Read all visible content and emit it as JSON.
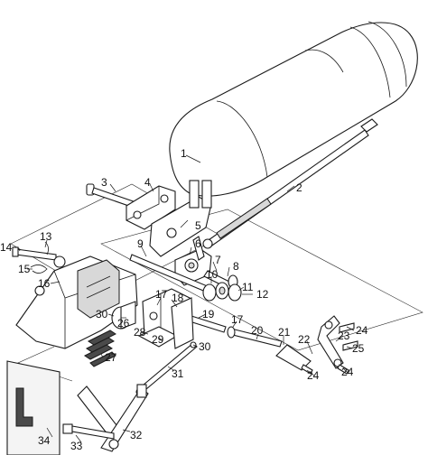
{
  "labels": [
    {
      "id": "1",
      "text": "1"
    },
    {
      "id": "2",
      "text": "2"
    },
    {
      "id": "3",
      "text": "3"
    },
    {
      "id": "4",
      "text": "4"
    },
    {
      "id": "5",
      "text": "5"
    },
    {
      "id": "6",
      "text": "6"
    },
    {
      "id": "7",
      "text": "7"
    },
    {
      "id": "8",
      "text": "8"
    },
    {
      "id": "9",
      "text": "9"
    },
    {
      "id": "10",
      "text": "10"
    },
    {
      "id": "11",
      "text": "11"
    },
    {
      "id": "12",
      "text": "12"
    },
    {
      "id": "13",
      "text": "13"
    },
    {
      "id": "14",
      "text": "14"
    },
    {
      "id": "15",
      "text": "15"
    },
    {
      "id": "16",
      "text": "16"
    },
    {
      "id": "17a",
      "text": "17"
    },
    {
      "id": "17b",
      "text": "17"
    },
    {
      "id": "18",
      "text": "18"
    },
    {
      "id": "19",
      "text": "19"
    },
    {
      "id": "20",
      "text": "20"
    },
    {
      "id": "21",
      "text": "21"
    },
    {
      "id": "22",
      "text": "22"
    },
    {
      "id": "23",
      "text": "23"
    },
    {
      "id": "24a",
      "text": "24"
    },
    {
      "id": "24b",
      "text": "24"
    },
    {
      "id": "24c",
      "text": "24"
    },
    {
      "id": "25",
      "text": "25"
    },
    {
      "id": "26",
      "text": "26"
    },
    {
      "id": "27",
      "text": "27"
    },
    {
      "id": "28",
      "text": "28"
    },
    {
      "id": "29",
      "text": "29"
    },
    {
      "id": "30a",
      "text": "30"
    },
    {
      "id": "30b",
      "text": "30"
    },
    {
      "id": "31",
      "text": "31"
    },
    {
      "id": "32",
      "text": "32"
    },
    {
      "id": "33",
      "text": "33"
    },
    {
      "id": "34",
      "text": "34"
    }
  ]
}
